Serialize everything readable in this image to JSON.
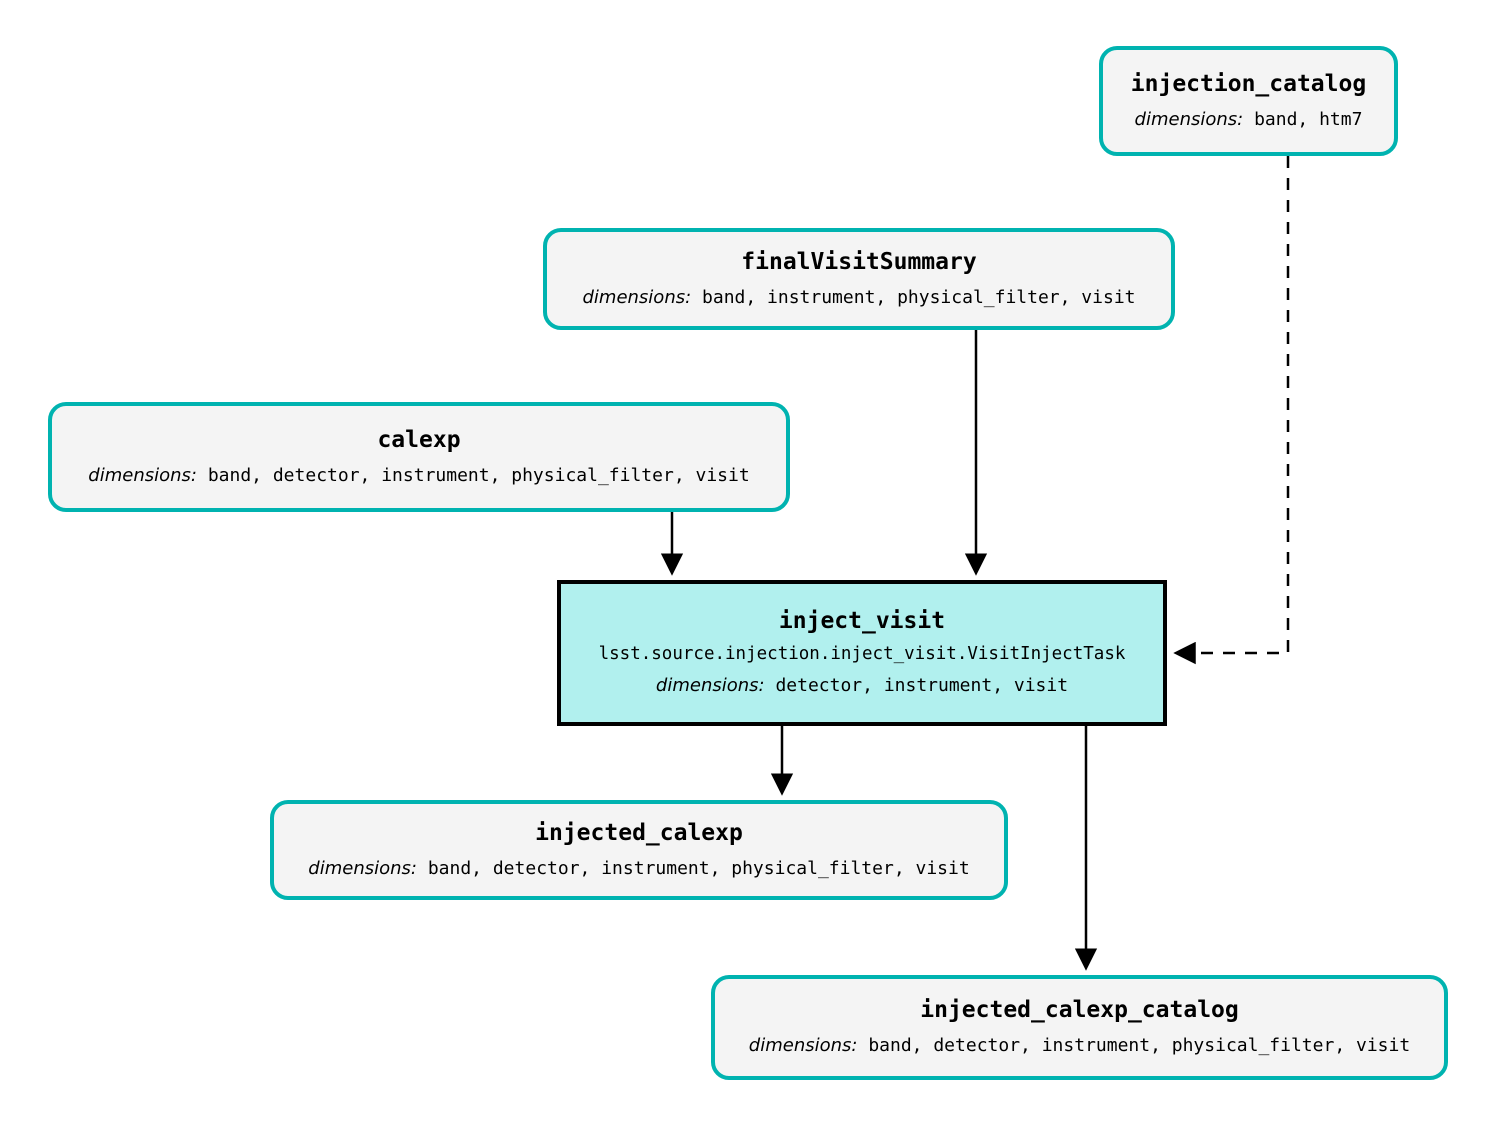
{
  "diagram": {
    "type": "pipeline-task-graph",
    "colors": {
      "dataset_border": "#00b3b0",
      "dataset_fill": "#f4f4f4",
      "task_fill": "#b1f0ee",
      "task_border": "#000000",
      "edge": "#000000",
      "background": "#ffffff"
    },
    "dimensions_label": "dimensions:"
  },
  "nodes": {
    "injection_catalog": {
      "title": "injection_catalog",
      "dims_label": "dimensions:",
      "dims_value": "band, htm7",
      "kind": "dataset"
    },
    "final_visit_summary": {
      "title": "finalVisitSummary",
      "dims_label": "dimensions:",
      "dims_value": "band, instrument, physical_filter, visit",
      "kind": "dataset"
    },
    "calexp": {
      "title": "calexp",
      "dims_label": "dimensions:",
      "dims_value": "band, detector, instrument, physical_filter, visit",
      "kind": "dataset"
    },
    "inject_visit": {
      "title": "inject_visit",
      "class_path": "lsst.source.injection.inject_visit.VisitInjectTask",
      "dims_label": "dimensions:",
      "dims_value": "detector, instrument, visit",
      "kind": "task"
    },
    "injected_calexp": {
      "title": "injected_calexp",
      "dims_label": "dimensions:",
      "dims_value": "band, detector, instrument, physical_filter, visit",
      "kind": "dataset"
    },
    "injected_calexp_catalog": {
      "title": "injected_calexp_catalog",
      "dims_label": "dimensions:",
      "dims_value": "band, detector, instrument, physical_filter, visit",
      "kind": "dataset"
    }
  },
  "edges": [
    {
      "from": "calexp",
      "to": "inject_visit",
      "style": "solid"
    },
    {
      "from": "final_visit_summary",
      "to": "inject_visit",
      "style": "solid"
    },
    {
      "from": "injection_catalog",
      "to": "inject_visit",
      "style": "dashed"
    },
    {
      "from": "inject_visit",
      "to": "injected_calexp",
      "style": "solid"
    },
    {
      "from": "inject_visit",
      "to": "injected_calexp_catalog",
      "style": "solid"
    }
  ]
}
